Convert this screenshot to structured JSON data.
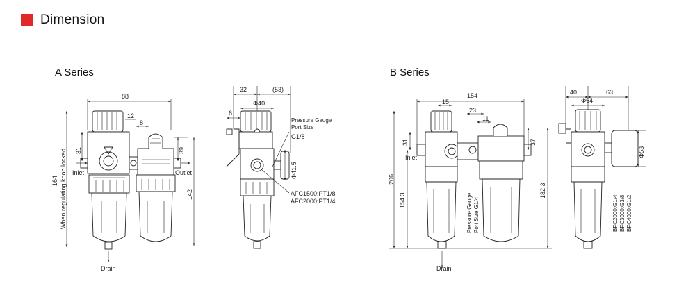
{
  "header": {
    "title": "Dimension",
    "accent_color": "#e02a2a"
  },
  "series_a": {
    "title": "A Series",
    "front": {
      "width": "88",
      "d12": "12",
      "d8": "8",
      "d31": "31",
      "d39": "39",
      "d164": "164",
      "d142": "142",
      "inlet": "Inlet",
      "outlet": "Outlet",
      "knob_note": "When regulating knob locked",
      "drain": "Drain"
    },
    "side": {
      "d32": "32",
      "d53": "(53)",
      "d6": "6",
      "phi40": "Φ40",
      "phi41": "Φ41.5",
      "gauge1": "Pressure Gauge",
      "gauge2": "Port Size",
      "g18": "G1/8",
      "afc1500": "AFC1500:PT1/8",
      "afc2000": "AFC2000:PT1/4"
    }
  },
  "series_b": {
    "title": "B Series",
    "front": {
      "width": "154",
      "d15": "15",
      "d23": "23",
      "d11": "11",
      "d31": "31",
      "d37": "37",
      "d206": "206",
      "d154": "154.3",
      "d182": "182.3",
      "inlet": "Inlet",
      "drain": "Drain",
      "gauge1": "Pressure Gauge",
      "gauge2": "Port Size G1/4"
    },
    "side": {
      "d40": "40",
      "d63": "63",
      "phi64": "Φ64",
      "phi53": "Φ53",
      "bfc2000": "BFC2000:G1/4",
      "bfc3000": "BFC3000:G3/8",
      "bfc4000": "BFC4000:G1/2"
    }
  }
}
